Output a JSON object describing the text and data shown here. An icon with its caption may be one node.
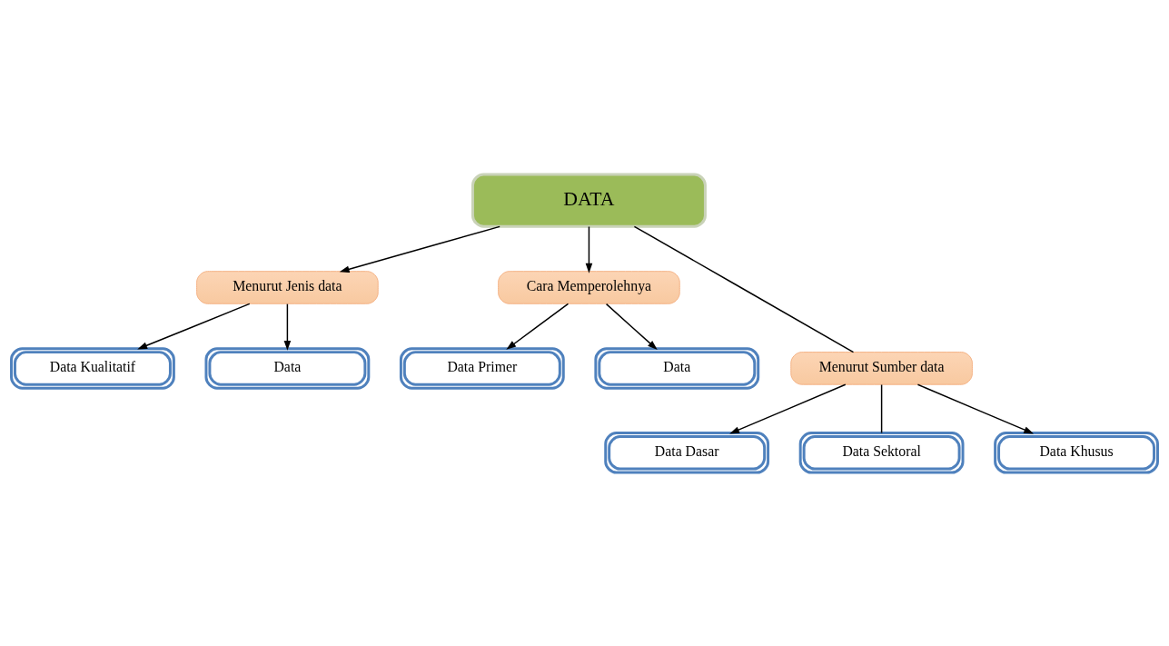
{
  "diagram": {
    "nodes": [
      {
        "text": [
          "DATA"
        ]
      },
      {
        "text": [
          "Menurut Jenis data"
        ]
      },
      {
        "text": [
          "Cara Memperolehnya"
        ]
      },
      {
        "text": [
          "Data Kualitatif"
        ]
      },
      {
        "text": [
          "Data"
        ]
      },
      {
        "text": [
          "Data Primer"
        ]
      },
      {
        "text": [
          "Data"
        ]
      },
      {
        "text": [
          "Menurut Sumber data"
        ]
      },
      {
        "text": [
          "Data Dasar"
        ]
      },
      {
        "text": [
          "Data Sektoral"
        ]
      },
      {
        "text": [
          "Data Khusus"
        ]
      }
    ],
    "edges": [
      {
        "from": 0,
        "to": 1,
        "arrow": "to"
      },
      {
        "from": 0,
        "to": 2,
        "arrow": "to"
      },
      {
        "from": 0,
        "to": 7,
        "arrow": "none"
      },
      {
        "from": 1,
        "to": 3,
        "arrow": "to"
      },
      {
        "from": 1,
        "to": 4,
        "arrow": "to"
      },
      {
        "from": 2,
        "to": 5,
        "arrow": "to"
      },
      {
        "from": 2,
        "to": 6,
        "arrow": "to"
      },
      {
        "from": 7,
        "to": 8,
        "arrow": "to"
      },
      {
        "from": 7,
        "to": 9,
        "arrow": "none"
      },
      {
        "from": 7,
        "to": 10,
        "arrow": "to"
      }
    ]
  }
}
